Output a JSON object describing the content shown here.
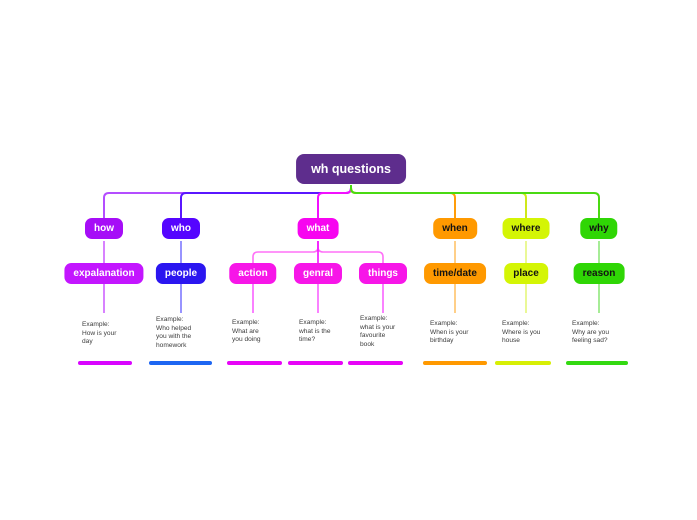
{
  "canvas": {
    "background": "#ffffff"
  },
  "root": {
    "label": "wh questions",
    "node_color": "#5e2d8d",
    "text_color": "#ffffff"
  },
  "branches": [
    {
      "label": "how",
      "node_color": "#a60df7",
      "text_color": "#ffffff",
      "line_color": "#b44dff",
      "sub_line_color": "#cf63ff",
      "children": [
        {
          "label": "expalanation",
          "node_color": "#c316ff",
          "text_color": "#ffffff",
          "example": "Example:\nHow is your\nday",
          "underline_color": "#d905ff"
        }
      ]
    },
    {
      "label": "who",
      "node_color": "#5505ff",
      "text_color": "#ffffff",
      "line_color": "#5a16ff",
      "sub_line_color": "#7e7aff",
      "children": [
        {
          "label": "people",
          "node_color": "#2b16f0",
          "text_color": "#ffffff",
          "example": "Example:\nWho helped\nyou with the\nhomework",
          "underline_color": "#1d66f2"
        }
      ]
    },
    {
      "label": "what",
      "node_color": "#f705f0",
      "text_color": "#ffffff",
      "line_color": "#f210ff",
      "rail_line_color": "#ff70f7",
      "sub_line_color": "#f862ff",
      "children": [
        {
          "label": "action",
          "node_color": "#f716e8",
          "text_color": "#ffffff",
          "example": "Example:\nWhat are\nyou doing",
          "underline_color": "#e705f7"
        },
        {
          "label": "genral",
          "node_color": "#f716e8",
          "text_color": "#ffffff",
          "example": "Example:\nwhat is the\ntime?",
          "underline_color": "#e705f7"
        },
        {
          "label": "things",
          "node_color": "#f716e8",
          "text_color": "#ffffff",
          "example": "Example:\nwhat is your\nfavourite\nbook",
          "underline_color": "#e705f7"
        }
      ]
    },
    {
      "label": "when",
      "node_color": "#ff9900",
      "text_color": "#131313",
      "line_color": "#ff9d0a",
      "sub_line_color": "#ffc36b",
      "children": [
        {
          "label": "time/date",
          "node_color": "#ff9900",
          "text_color": "#131313",
          "example": "Example:\nWhen is your\nbirthday",
          "underline_color": "#ff9900"
        }
      ]
    },
    {
      "label": "where",
      "node_color": "#d4f505",
      "text_color": "#131313",
      "line_color": "#cfe81a",
      "sub_line_color": "#e4f77c",
      "children": [
        {
          "label": "place",
          "node_color": "#d4f505",
          "text_color": "#131313",
          "example": "Example:\nWhere is you\nhouse",
          "underline_color": "#d7ef05"
        }
      ]
    },
    {
      "label": "why",
      "node_color": "#2fd605",
      "text_color": "#131313",
      "line_color": "#4ada12",
      "sub_line_color": "#90e87c",
      "children": [
        {
          "label": "reason",
          "node_color": "#2fd605",
          "text_color": "#131313",
          "example": "Example:\nWhy are you\nfeeling sad?",
          "underline_color": "#33d911"
        }
      ]
    }
  ]
}
